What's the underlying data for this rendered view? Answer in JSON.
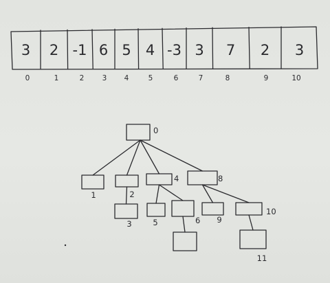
{
  "array": {
    "values": [
      "3",
      "2",
      "-1",
      "6",
      "5",
      "4",
      "-3",
      "3",
      "7",
      "2",
      "3"
    ],
    "indices": [
      "0",
      "1",
      "2",
      "3",
      "4",
      "5",
      "6",
      "7",
      "8",
      "9",
      "10"
    ]
  },
  "tree": {
    "nodes": [
      {
        "id": "n0",
        "label": "0"
      },
      {
        "id": "n1",
        "label": "1"
      },
      {
        "id": "n2",
        "label": "2"
      },
      {
        "id": "n4",
        "label": "4"
      },
      {
        "id": "n8",
        "label": "8"
      },
      {
        "id": "n3",
        "label": "3"
      },
      {
        "id": "n5",
        "label": "5"
      },
      {
        "id": "n6",
        "label": "6"
      },
      {
        "id": "n9",
        "label": "9"
      },
      {
        "id": "n10",
        "label": "10"
      },
      {
        "id": "n7",
        "label": ""
      },
      {
        "id": "n11",
        "label": "11"
      }
    ],
    "edges": [
      [
        "n0",
        "n1"
      ],
      [
        "n0",
        "n2"
      ],
      [
        "n0",
        "n4"
      ],
      [
        "n0",
        "n8"
      ],
      [
        "n2",
        "n3"
      ],
      [
        "n4",
        "n5"
      ],
      [
        "n4",
        "n6"
      ],
      [
        "n6",
        "n7"
      ],
      [
        "n8",
        "n9"
      ],
      [
        "n8",
        "n10"
      ],
      [
        "n10",
        "n11"
      ]
    ]
  }
}
